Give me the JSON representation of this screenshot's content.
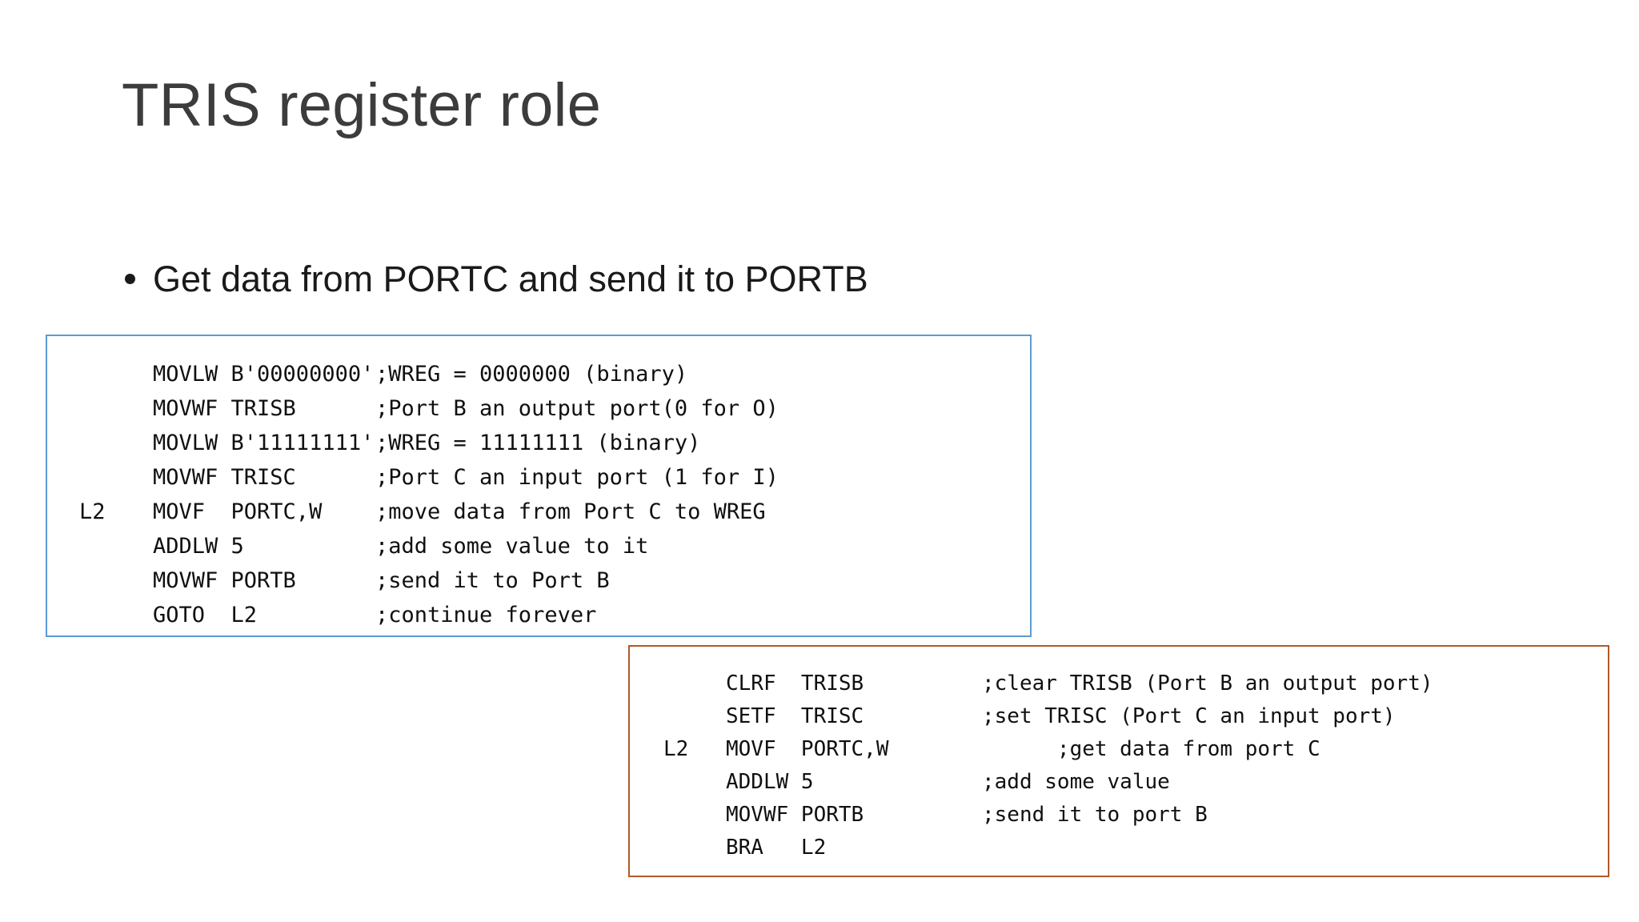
{
  "slide": {
    "title": "TRIS register role",
    "bullets": [
      "Get data from PORTC and send it to PORTB"
    ]
  },
  "colors": {
    "block1_border": "#5B9BD5",
    "block2_border": "#B05A28",
    "title_text": "#3C3C3C",
    "body_text": "#1A1A1A",
    "code_text": "#101010",
    "background": "#FFFFFF"
  },
  "code_block_1": {
    "border_color": "#5B9BD5",
    "lines": [
      {
        "label": "",
        "code": "MOVLW B'00000000'",
        "comment": ";WREG = 0000000 (binary)"
      },
      {
        "label": "",
        "code": "MOVWF TRISB",
        "comment": ";Port B an output port(0 for O)"
      },
      {
        "label": "",
        "code": "MOVLW B'11111111'",
        "comment": ";WREG = 11111111 (binary)"
      },
      {
        "label": "",
        "code": "MOVWF TRISC",
        "comment": ";Port C an input port (1 for I)"
      },
      {
        "label": "L2",
        "code": "MOVF  PORTC,W",
        "comment": ";move data from Port C to WREG"
      },
      {
        "label": "",
        "code": "ADDLW 5",
        "comment": ";add some value to it"
      },
      {
        "label": "",
        "code": "MOVWF PORTB",
        "comment": ";send it to Port B"
      },
      {
        "label": "",
        "code": "GOTO  L2",
        "comment": ";continue forever"
      }
    ]
  },
  "code_block_2": {
    "border_color": "#B05A28",
    "lines": [
      {
        "label": "",
        "code": "CLRF  TRISB",
        "comment": ";clear TRISB (Port B an output port)"
      },
      {
        "label": "",
        "code": "SETF  TRISC",
        "comment": ";set TRISC (Port C an input port)"
      },
      {
        "label": "L2",
        "code": "MOVF  PORTC,W",
        "comment": "      ;get data from port C"
      },
      {
        "label": "",
        "code": "ADDLW 5",
        "comment": ";add some value"
      },
      {
        "label": "",
        "code": "MOVWF PORTB",
        "comment": ";send it to port B"
      },
      {
        "label": "",
        "code": "BRA   L2",
        "comment": ""
      }
    ]
  }
}
